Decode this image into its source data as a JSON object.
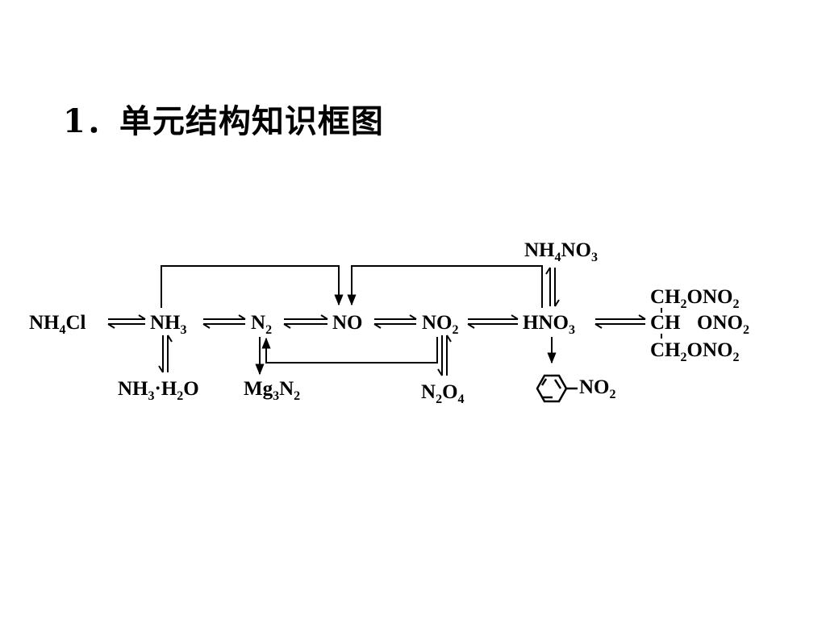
{
  "title": "1．单元结构知识框图",
  "diagram": {
    "nodes": {
      "nh4cl": {
        "main": "NH",
        "sub": "4",
        "tail": "Cl"
      },
      "nh3": {
        "main": "NH",
        "sub": "3"
      },
      "n2": {
        "main": "N",
        "sub": "2"
      },
      "no": {
        "main": "NO"
      },
      "no2": {
        "main": "NO",
        "sub": "2"
      },
      "hno3": {
        "main": "HNO",
        "sub": "3"
      },
      "nh4no3": {
        "a": "NH",
        "sub1": "4",
        "b": "NO",
        "sub2": "3"
      },
      "nh3h2o": {
        "a": "NH",
        "sub1": "3",
        "b": "·H",
        "sub2": "2",
        "c": "O"
      },
      "mg3n2": {
        "a": "Mg",
        "sub1": "3",
        "b": "N",
        "sub2": "2"
      },
      "n2o4": {
        "a": "N",
        "sub1": "2",
        "b": "O",
        "sub2": "4"
      },
      "nitrobenzene": {
        "label": "NO",
        "sub": "2"
      },
      "nitroglycerin": {
        "row1": {
          "a": "CH",
          "sub1": "2",
          "b": "ONO",
          "sub2": "2"
        },
        "row2": {
          "a": "CH",
          "b": "ONO",
          "sub2": "2"
        },
        "row3": {
          "a": "CH",
          "sub1": "2",
          "b": "ONO",
          "sub2": "2"
        }
      }
    }
  }
}
